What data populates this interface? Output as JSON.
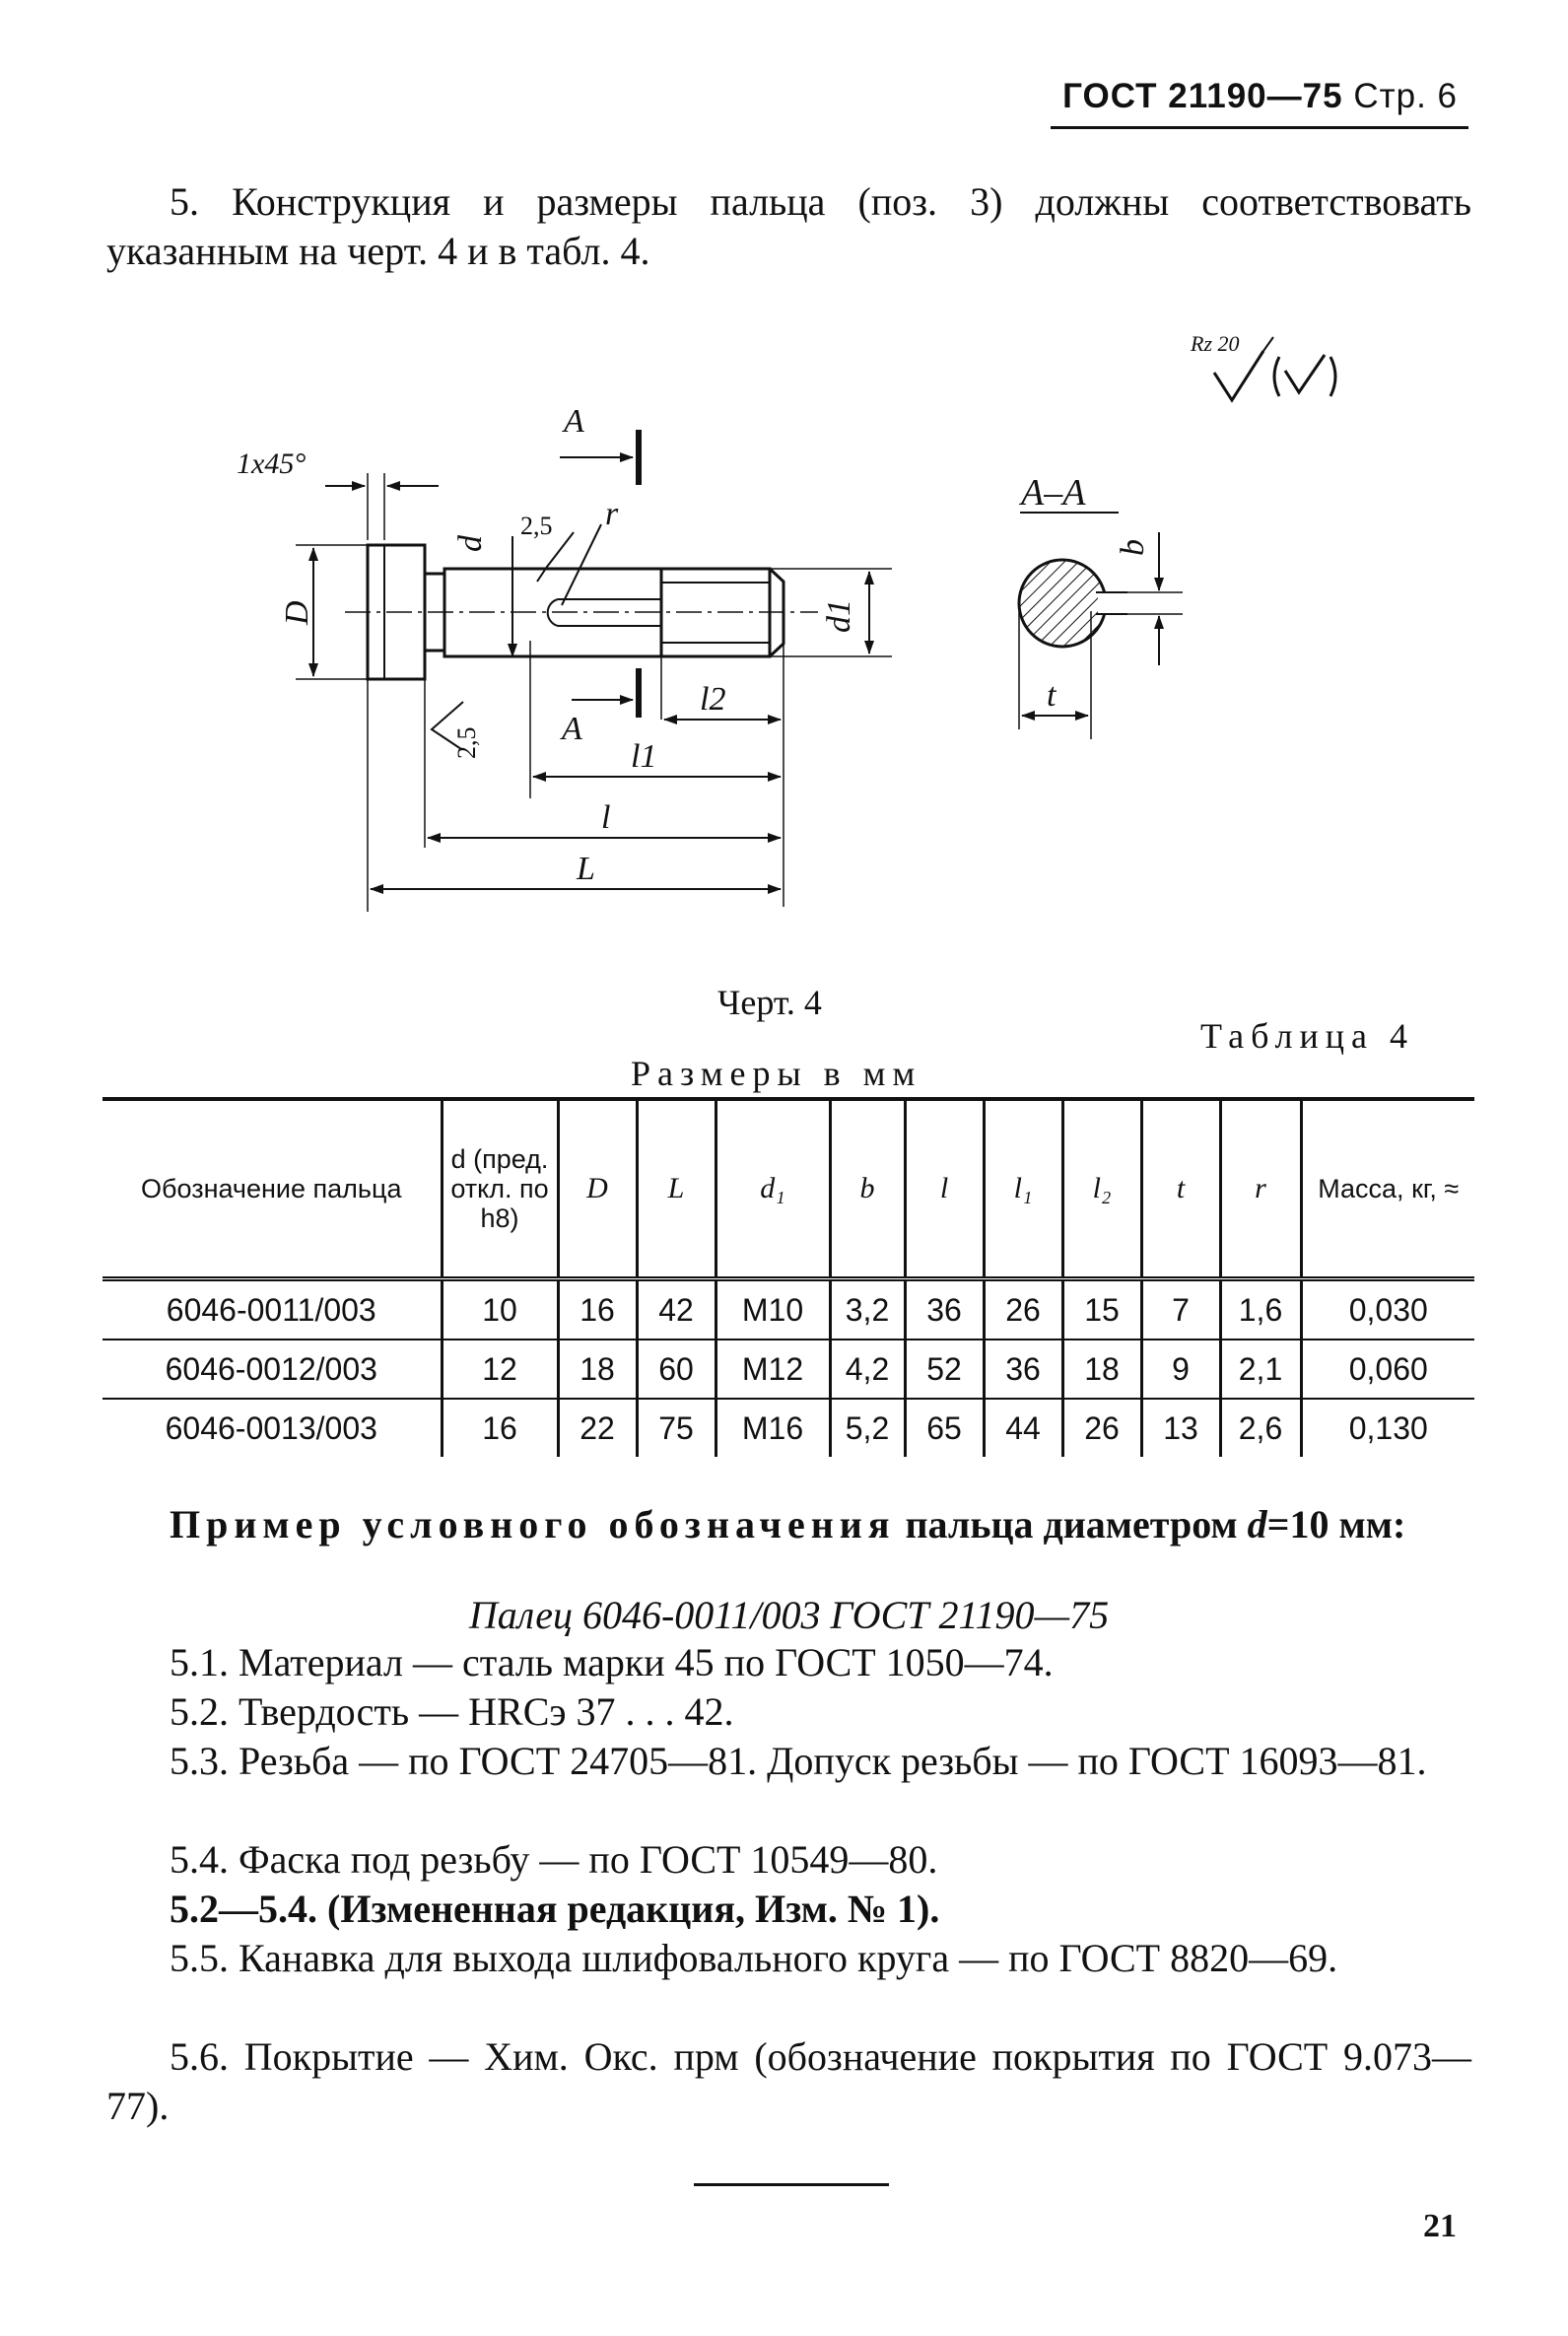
{
  "header": {
    "standard": "ГОСТ 21190—75",
    "page": "Стр. 6"
  },
  "intro": "5. Конструкция и размеры пальца (поз. 3) должны соответствовать указанным на черт. 4 и в табл. 4.",
  "drawing": {
    "surface_mark_label": "Rz 20",
    "surface_mark_symbol": "√(√)",
    "chamfer": "1x45°",
    "section_letter": "A",
    "section_title": "A–A",
    "dims": {
      "d": "d",
      "D": "D",
      "d1": "d1",
      "r": "r",
      "l": "l",
      "L": "L",
      "l1": "l1",
      "l2": "l2",
      "b": "b",
      "t": "t",
      "rough_a": "2,5",
      "rough_b": "2,5"
    }
  },
  "figure_caption": "Черт. 4",
  "table_label": "Таблица 4",
  "units_caption": "Размеры в мм",
  "table": {
    "headers": [
      "Обозначение пальца",
      "d (пред. откл. по h8)",
      "D",
      "L",
      "d₁",
      "b",
      "l",
      "l₁",
      "l₂",
      "t",
      "r",
      "Масса, кг, ≈"
    ],
    "rows": [
      [
        "6046-0011/003",
        "10",
        "16",
        "42",
        "M10",
        "3,2",
        "36",
        "26",
        "15",
        "7",
        "1,6",
        "0,030"
      ],
      [
        "6046-0012/003",
        "12",
        "18",
        "60",
        "M12",
        "4,2",
        "52",
        "36",
        "18",
        "9",
        "2,1",
        "0,060"
      ],
      [
        "6046-0013/003",
        "16",
        "22",
        "75",
        "M16",
        "5,2",
        "65",
        "44",
        "26",
        "13",
        "2,6",
        "0,130"
      ]
    ]
  },
  "example": {
    "spaced_part": "Пример условного обозначения",
    "rest": "пальца диаметром",
    "var": "d",
    "value": "=10 мм:",
    "designation": "Палец 6046-0011/003 ГОСТ 21190—75"
  },
  "items": [
    "5.1. Материал — сталь марки 45 по ГОСТ 1050—74.",
    "5.2. Твердость — HRCэ 37 . . . 42.",
    "5.3. Резьба — по ГОСТ 24705—81. Допуск резьбы — по ГОСТ 16093—81.",
    "5.4. Фаска под резьбу — по ГОСТ 10549—80.",
    "5.2—5.4. (Измененная редакция, Изм. № 1).",
    "5.5. Канавка для выхода шлифовального круга — по ГОСТ 8820—69.",
    "5.6. Покрытие — Хим. Окс. прм (обозначение покрытия по ГОСТ 9.073—77)."
  ],
  "page_number": "21"
}
